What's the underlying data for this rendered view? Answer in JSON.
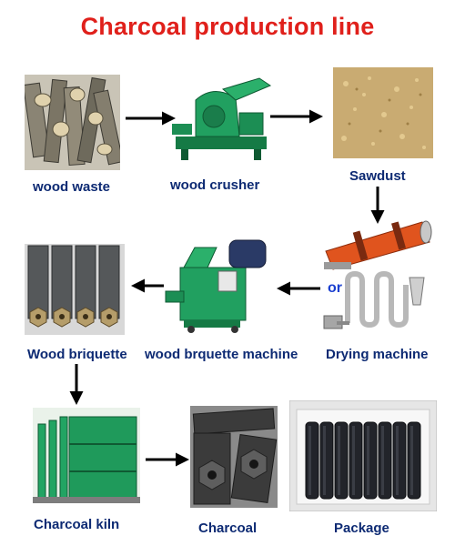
{
  "title": "Charcoal production line",
  "steps": {
    "wood_waste": "wood waste",
    "wood_crusher": "wood crusher",
    "sawdust": "Sawdust",
    "drying_machine": "Drying machine",
    "briquette_machine": "wood brquette machine",
    "wood_briquette": "Wood briquette",
    "charcoal_kiln": "Charcoal kiln",
    "charcoal": "Charcoal",
    "package": "Package"
  },
  "or_label": "or",
  "colors": {
    "title": "#e0201b",
    "labels": "#0d2a73",
    "arrows": "#000000",
    "machine_green": "#1f9a5b",
    "dryer_orange": "#e0541e"
  }
}
